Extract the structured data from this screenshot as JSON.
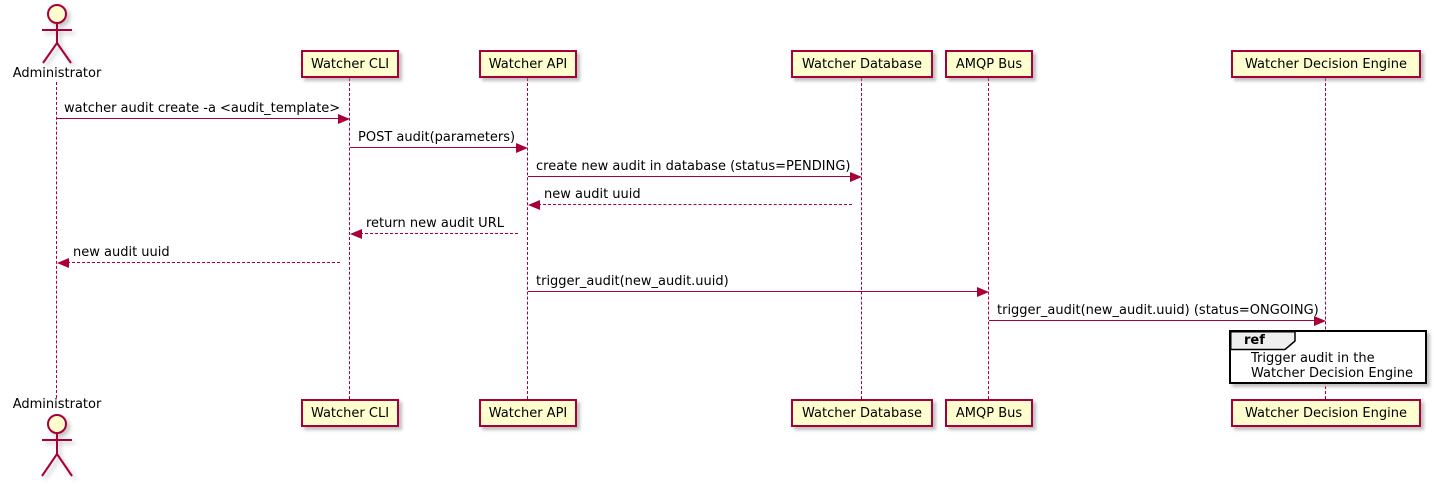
{
  "diagram": {
    "kind": "uml-sequence-diagram"
  },
  "participants": [
    {
      "name": "Administrator",
      "type": "actor"
    },
    {
      "name": "Watcher CLI",
      "type": "participant"
    },
    {
      "name": "Watcher API",
      "type": "participant"
    },
    {
      "name": "Watcher Database",
      "type": "participant"
    },
    {
      "name": "AMQP Bus",
      "type": "participant"
    },
    {
      "name": "Watcher Decision Engine",
      "type": "participant"
    }
  ],
  "messages": [
    {
      "from": "Administrator",
      "to": "Watcher CLI",
      "text": "watcher audit create -a <audit_template>",
      "line": "solid"
    },
    {
      "from": "Watcher CLI",
      "to": "Watcher API",
      "text": "POST audit(parameters)",
      "line": "solid"
    },
    {
      "from": "Watcher API",
      "to": "Watcher Database",
      "text": "create new audit in database (status=PENDING)",
      "line": "solid"
    },
    {
      "from": "Watcher Database",
      "to": "Watcher API",
      "text": "new audit uuid",
      "line": "dashed"
    },
    {
      "from": "Watcher API",
      "to": "Watcher CLI",
      "text": "return new audit URL",
      "line": "dashed"
    },
    {
      "from": "Watcher CLI",
      "to": "Administrator",
      "text": "new audit uuid",
      "line": "dashed"
    },
    {
      "from": "Watcher API",
      "to": "AMQP Bus",
      "text": "trigger_audit(new_audit.uuid)",
      "line": "solid"
    },
    {
      "from": "AMQP Bus",
      "to": "Watcher Decision Engine",
      "text": "trigger_audit(new_audit.uuid) (status=ONGOING)",
      "line": "solid"
    }
  ],
  "ref_frame": {
    "keyword": "ref",
    "line1": "Trigger audit in the",
    "line2": "Watcher Decision Engine"
  },
  "colors": {
    "accent": "#A80036",
    "participant_fill": "#FEFECE",
    "text": "#000000",
    "frame_border": "#000000",
    "ref_header_fill": "#EEEEEE",
    "background": "#FFFFFF"
  }
}
